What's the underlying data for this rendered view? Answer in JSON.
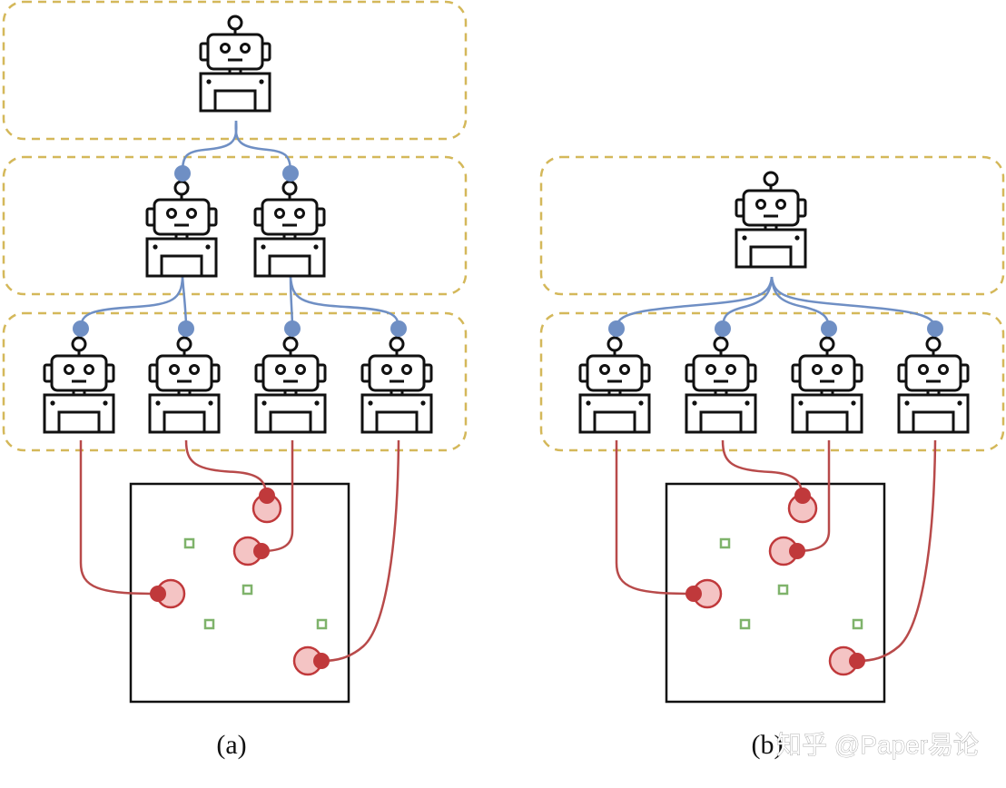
{
  "figure": {
    "panels": [
      {
        "id": "a",
        "caption": "(a)",
        "structure": "hierarchical",
        "levels": [
          1,
          2,
          4
        ]
      },
      {
        "id": "b",
        "caption": "(b)",
        "structure": "centralized",
        "levels": [
          1,
          4
        ]
      }
    ],
    "watermark": "知乎 @Paper易论"
  },
  "colors": {
    "group_border": "#d4b85a",
    "robot_stroke": "#111111",
    "link_blue": "#6f8fc4",
    "node_blue": "#6f8fc4",
    "link_red": "#b84a4a",
    "target_fill": "#f4c4c4",
    "target_dot": "#c0393b",
    "landmark_green": "#7fb36b",
    "box_stroke": "#111111"
  },
  "icons": {
    "robot": "robot-icon",
    "landmark": "square-landmark-icon",
    "target": "circle-target-icon"
  }
}
